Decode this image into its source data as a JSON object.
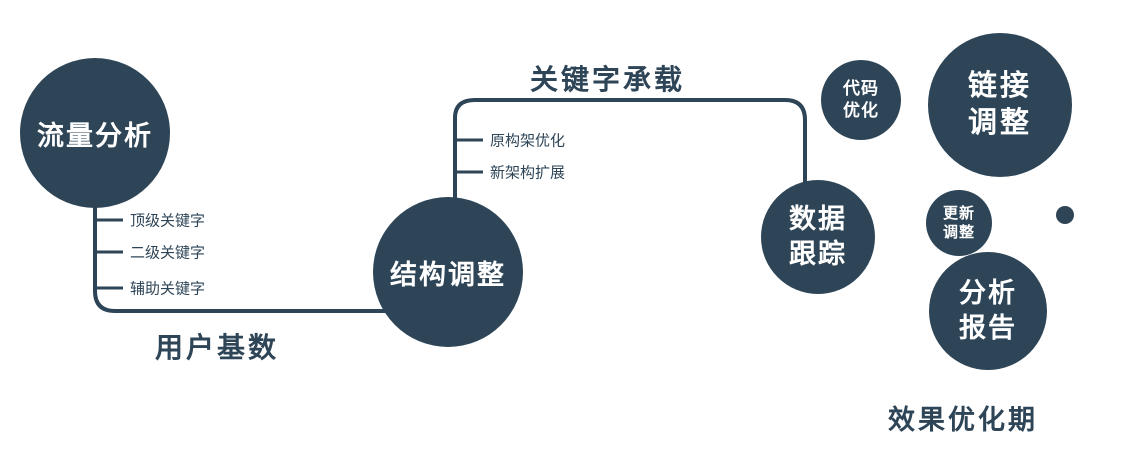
{
  "colors": {
    "primary": "#2e4557",
    "background": "#ffffff",
    "node_text": "#ffffff"
  },
  "nodes": {
    "traffic": {
      "label": "流量分析"
    },
    "structure": {
      "label": "结构调整"
    },
    "tracking": {
      "lines": [
        "数据",
        "跟踪"
      ]
    },
    "code": {
      "lines": [
        "代码",
        "优化"
      ]
    },
    "link": {
      "lines": [
        "链接",
        "调整"
      ]
    },
    "update": {
      "lines": [
        "更新",
        "调整"
      ]
    },
    "report": {
      "lines": [
        "分析",
        "报告"
      ]
    }
  },
  "branches": {
    "traffic": [
      "顶级关键字",
      "二级关键字",
      "辅助关键字"
    ],
    "structure": [
      "原构架优化",
      "新架构扩展"
    ]
  },
  "edges": {
    "user_base_label": "用户基数",
    "keyword_carry_label": "关键字承载"
  },
  "footer": {
    "phase_label": "效果优化期"
  }
}
